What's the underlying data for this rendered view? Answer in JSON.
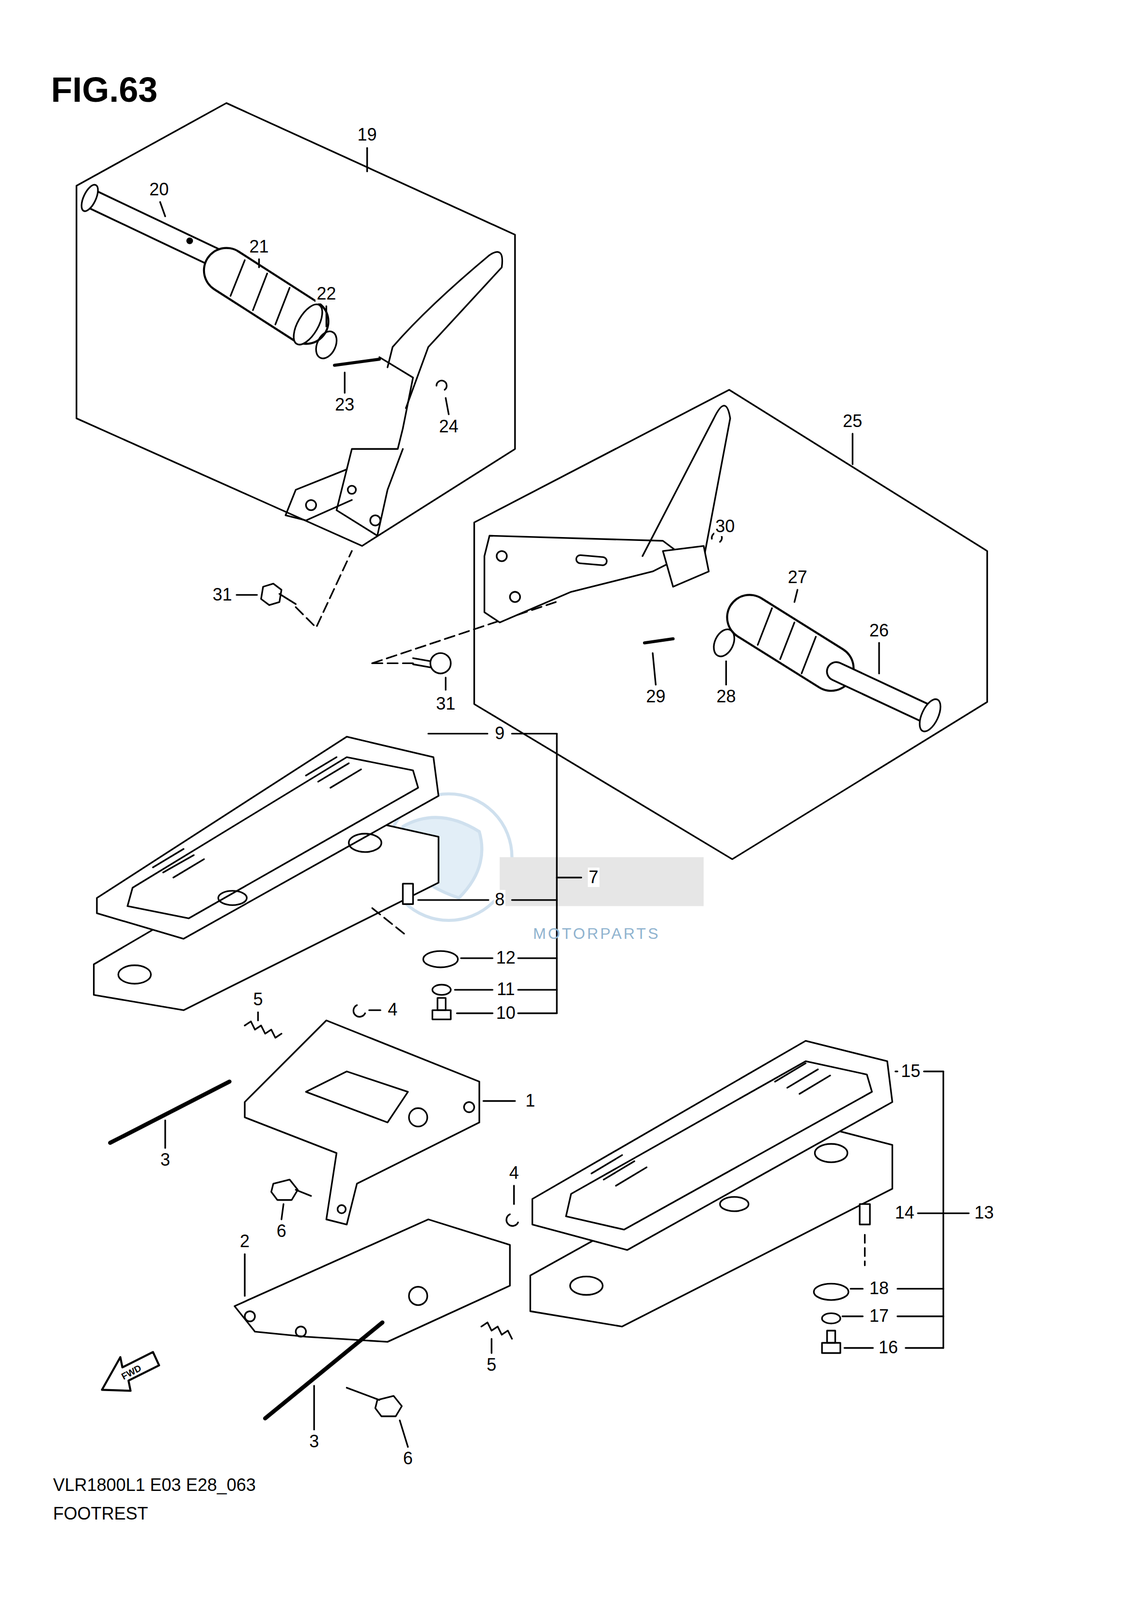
{
  "diagram": {
    "title": "FIG.63",
    "labels": [
      "19",
      "20",
      "21",
      "22",
      "23",
      "24",
      "25",
      "30",
      "27",
      "26",
      "31",
      "28",
      "29",
      "31",
      "9",
      "7",
      "8",
      "12",
      "11",
      "10",
      "5",
      "4",
      "1",
      "3",
      "6",
      "2",
      "4",
      "15",
      "14",
      "13",
      "18",
      "17",
      "16",
      "5",
      "3",
      "6",
      "FWD",
      "VLR1800L1 E03 E28_063",
      "FOOTREST",
      "MOTORPARTS"
    ]
  }
}
